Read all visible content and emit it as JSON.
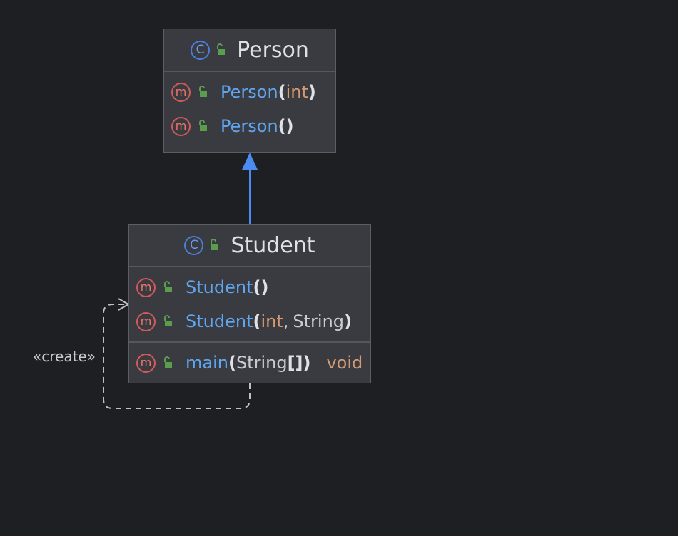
{
  "diagram": {
    "classes": [
      {
        "name": "Person",
        "kind_icon": "class-icon",
        "visibility_icon": "public-lock-icon",
        "members": [
          {
            "name": "Person",
            "params": [
              {
                "type": "int",
                "primitive": true
              }
            ],
            "return_type": null
          },
          {
            "name": "Person",
            "params": [],
            "return_type": null
          }
        ]
      },
      {
        "name": "Student",
        "kind_icon": "class-icon",
        "visibility_icon": "public-lock-icon",
        "constructors": [
          {
            "name": "Student",
            "params": [],
            "return_type": null
          },
          {
            "name": "Student",
            "params": [
              {
                "type": "int",
                "primitive": true
              },
              {
                "type": "String",
                "primitive": false
              }
            ],
            "return_type": null
          }
        ],
        "methods": [
          {
            "name": "main",
            "params": [
              {
                "type": "String[]",
                "primitive": false
              }
            ],
            "return_type": "void"
          }
        ]
      }
    ],
    "relations": [
      {
        "type": "inheritance",
        "from": "Student",
        "to": "Person"
      },
      {
        "type": "dependency",
        "from": "Student",
        "to": "Student",
        "label": "«create»"
      }
    ]
  },
  "glyphs": {
    "class_letter": "C",
    "method_letter": "m",
    "open_paren": "(",
    "close_paren": ")",
    "comma": ",",
    "lbracket": "[",
    "rbracket": "]"
  },
  "colors": {
    "background": "#1e1f22",
    "node_fill": "#393b40",
    "method_name": "#5fa5ef",
    "primitive_type": "#d59a72",
    "inheritance_arrow": "#4c8cf0",
    "lock_green": "#5a9e4b"
  }
}
